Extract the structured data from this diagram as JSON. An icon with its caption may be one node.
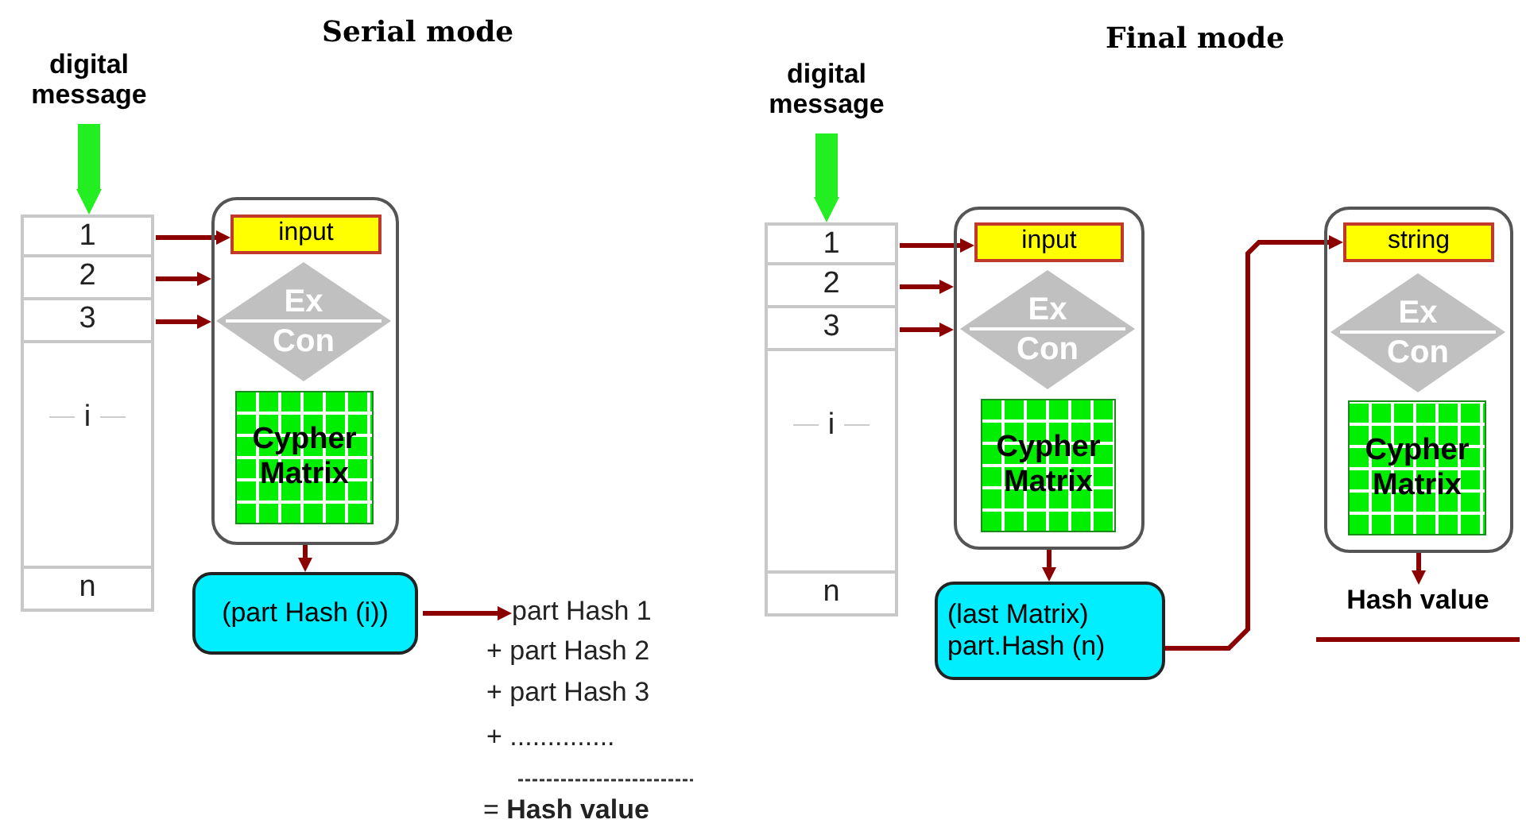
{
  "diagram": {
    "nodes": [
      {
        "text": [
          "digital message"
        ]
      },
      {
        "text": [],
        "shape": "box"
      },
      {
        "text": [
          "1"
        ],
        "in": 1
      },
      {
        "text": [
          "2"
        ],
        "in": 1
      },
      {
        "text": [
          "3"
        ],
        "in": 1
      },
      {
        "text": [
          "i"
        ],
        "in": 1
      },
      {
        "text": [
          "n"
        ],
        "in": 1
      },
      {
        "text": [],
        "shape": "box"
      },
      {
        "text": [
          "input"
        ],
        "in": 7
      },
      {
        "text": [
          "Ex Con"
        ],
        "in": 7
      },
      {
        "text": [
          "Cypher Matrix"
        ],
        "in": 7
      },
      {
        "text": [
          "(part Hash (i))"
        ]
      },
      {
        "text": [
          "part Hash 1"
        ]
      },
      {
        "text": [
          "digital message"
        ]
      },
      {
        "text": [],
        "shape": "box"
      },
      {
        "text": [
          "1"
        ],
        "in": 14
      },
      {
        "text": [
          "2"
        ],
        "in": 14
      },
      {
        "text": [
          "3"
        ],
        "in": 14
      },
      {
        "text": [
          "i"
        ],
        "in": 14
      },
      {
        "text": [
          "n"
        ],
        "in": 14
      },
      {
        "text": [],
        "shape": "box"
      },
      {
        "text": [
          "input"
        ],
        "in": 20
      },
      {
        "text": [
          "Ex Con"
        ],
        "in": 20
      },
      {
        "text": [
          "Cypher Matrix"
        ],
        "in": 20
      },
      {
        "text": [
          "(last Matrix) part.Hash (n)"
        ]
      },
      {
        "text": [],
        "shape": "box"
      },
      {
        "text": [
          "string"
        ],
        "in": 25
      },
      {
        "text": [
          "Ex Con"
        ],
        "in": 25
      },
      {
        "text": [
          "Cypher Matrix"
        ],
        "in": 25
      },
      {
        "text": [
          "Hash value"
        ]
      }
    ],
    "edges": [
      {
        "from": 0,
        "to": 1,
        "arrow": "to",
        "style": "thick",
        "color": "#22ee22"
      },
      {
        "from": 2,
        "to": 8,
        "arrow": "to"
      },
      {
        "from": 3,
        "to": 7,
        "arrow": "to"
      },
      {
        "from": 4,
        "to": 7,
        "arrow": "to"
      },
      {
        "from": 7,
        "to": 11,
        "arrow": "to"
      },
      {
        "from": 11,
        "to": 12,
        "arrow": "to"
      },
      {
        "from": 13,
        "to": 14,
        "arrow": "to",
        "style": "thick",
        "color": "#22ee22"
      },
      {
        "from": 15,
        "to": 21,
        "arrow": "to"
      },
      {
        "from": 16,
        "to": 20,
        "arrow": "to"
      },
      {
        "from": 17,
        "to": 20,
        "arrow": "to"
      },
      {
        "from": 20,
        "to": 24,
        "arrow": "to"
      },
      {
        "from": 24,
        "to": 26,
        "arrow": "to"
      },
      {
        "from": 25,
        "to": 29,
        "arrow": "to"
      }
    ],
    "labels": [
      "Serial mode",
      "Final mode",
      "+ part Hash 2",
      "+ part Hash 3",
      "+ ..............",
      "= **Hash value**"
    ]
  }
}
